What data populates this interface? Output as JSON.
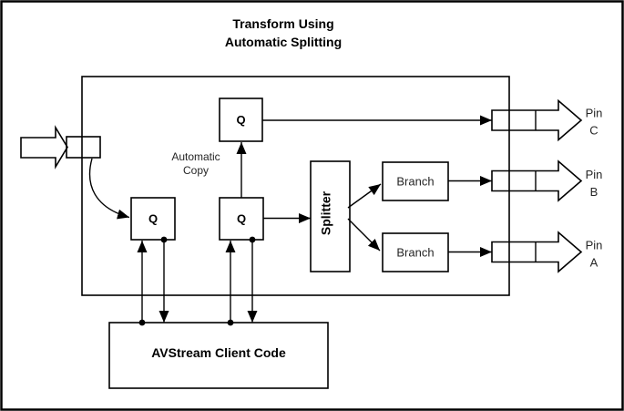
{
  "title": {
    "line1": "Transform Using",
    "line2": "Automatic Splitting"
  },
  "nodes": {
    "queue_top": {
      "label": "Q"
    },
    "queue_left": {
      "label": "Q"
    },
    "queue_center": {
      "label": "Q"
    },
    "splitter": {
      "label": "Splitter"
    },
    "branch_top": {
      "label": "Branch"
    },
    "branch_bottom": {
      "label": "Branch"
    },
    "client_code": {
      "label": "AVStream Client Code"
    }
  },
  "annotations": {
    "automatic_copy": {
      "line1": "Automatic",
      "line2": "Copy"
    }
  },
  "pins": {
    "c": {
      "word": "Pin",
      "letter": "C"
    },
    "b": {
      "word": "Pin",
      "letter": "B"
    },
    "a": {
      "word": "Pin",
      "letter": "A"
    }
  },
  "colors": {
    "stroke": "#000000",
    "background": "#ffffff",
    "text": "#262626"
  }
}
